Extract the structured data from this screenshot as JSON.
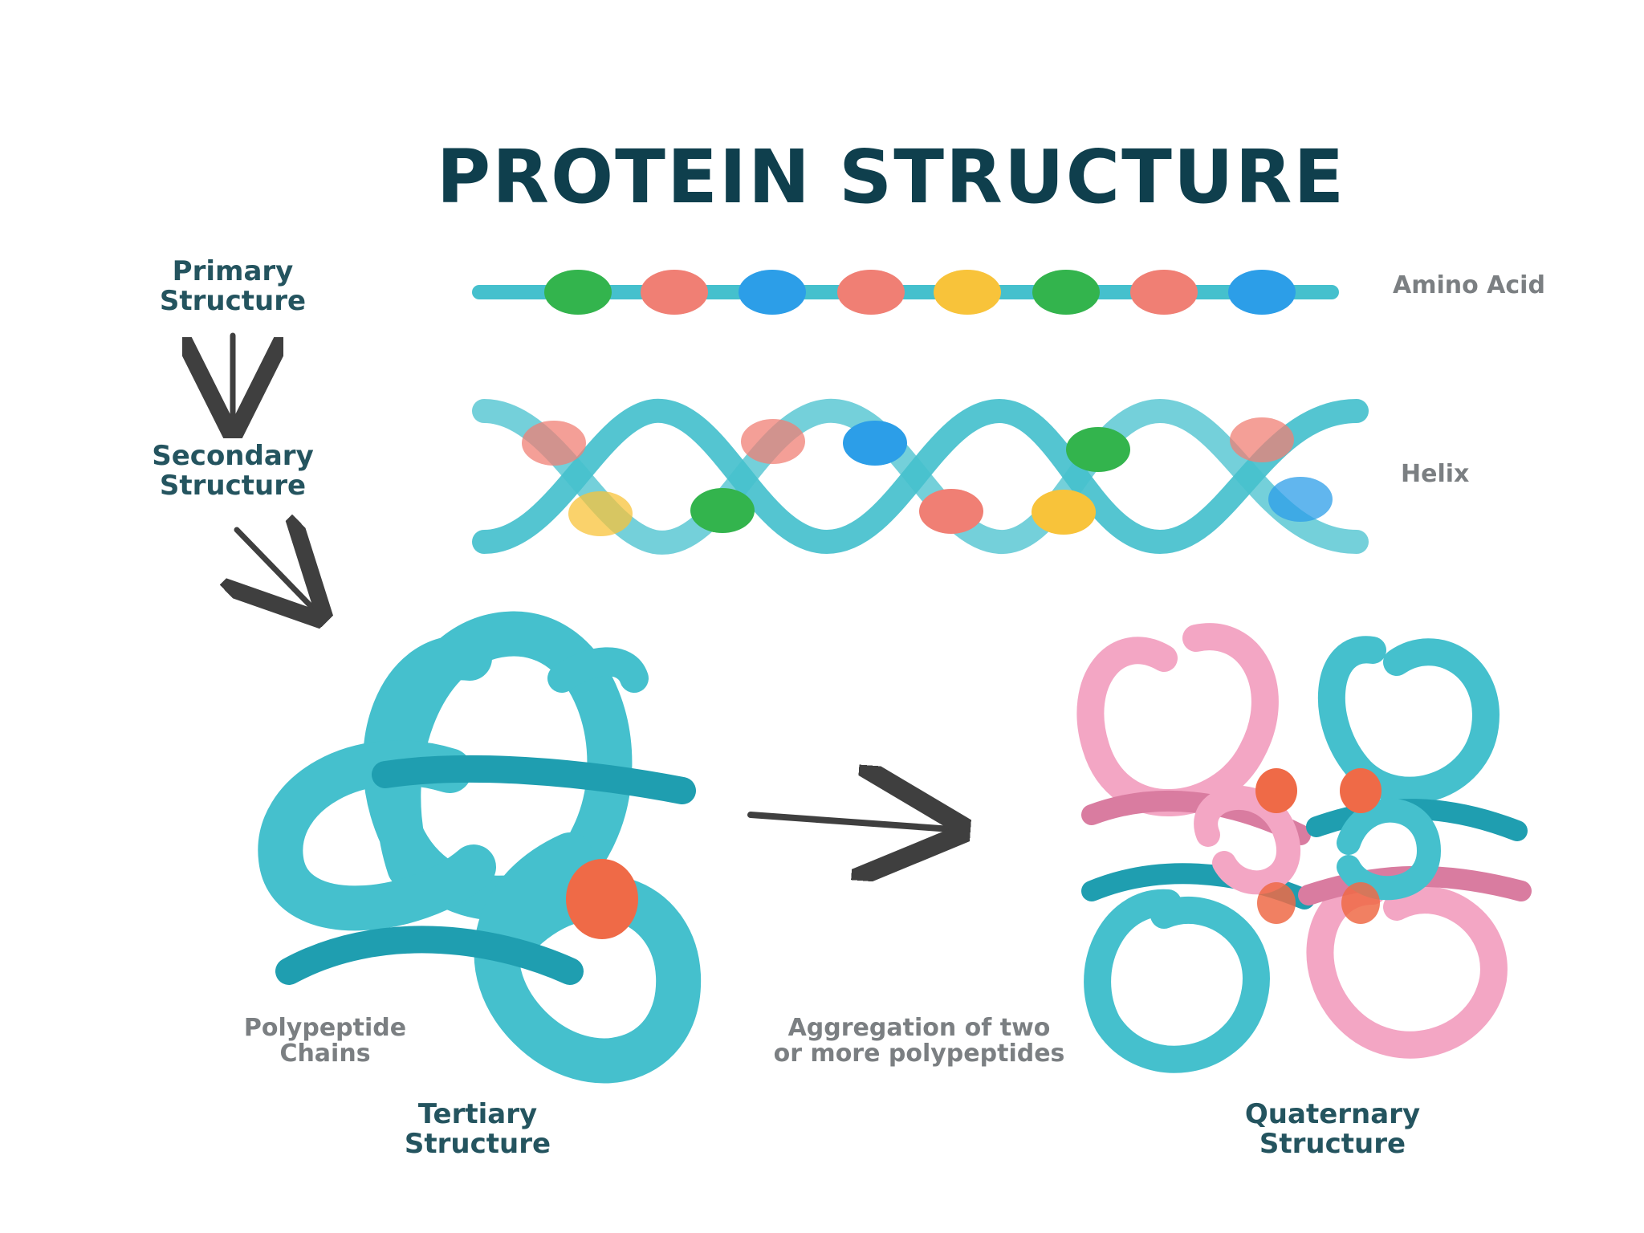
{
  "diagram": {
    "title": "PROTEIN STRUCTURE",
    "labels": {
      "primary_line_1": "Primary",
      "primary_line_2": "Structure",
      "secondary_line_1": "Secondary",
      "secondary_line_2": "Structure",
      "tertiary_line_1": "Tertiary",
      "tertiary_line_2": "Structure",
      "quaternary_line_1": "Quaternary",
      "quaternary_line_2": "Structure",
      "amino_acid": "Amino Acid",
      "helix": "Helix",
      "polypeptide_line_1": "Polypeptide",
      "polypeptide_line_2": "Chains",
      "aggregation_line_1": "Aggregation of two",
      "aggregation_line_2": "or more polypeptides"
    },
    "colors": {
      "title": "#0f3f4d",
      "teal": "#45c0cd",
      "teal_dark": "#1f9eb0",
      "pink": "#f3a6c4",
      "pink_dark": "#d97ca0",
      "green": "#33b44d",
      "salmon": "#f07f74",
      "blue": "#2c9ee8",
      "yellow": "#f8c33a",
      "orange": "#ef6a47",
      "arrow": "#3f3f3f",
      "muted_text": "#7b7f82"
    },
    "primary_beads": [
      "green",
      "salmon",
      "blue",
      "salmon",
      "yellow",
      "green",
      "salmon",
      "blue"
    ],
    "secondary_beads": [
      "salmon",
      "yellow",
      "green",
      "salmon",
      "blue",
      "salmon",
      "yellow",
      "green",
      "salmon",
      "blue"
    ]
  }
}
